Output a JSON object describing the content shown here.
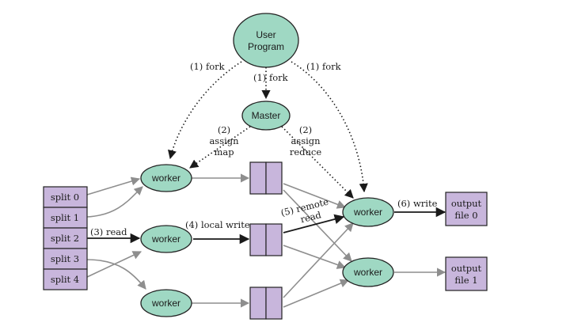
{
  "nodes": {
    "user_program": [
      "User",
      "Program"
    ],
    "master": "Master",
    "map_worker_1": "worker",
    "map_worker_2": "worker",
    "map_worker_3": "worker",
    "reduce_worker_1": "worker",
    "reduce_worker_2": "worker"
  },
  "splits": [
    "split 0",
    "split 1",
    "split 2",
    "split 3",
    "split 4"
  ],
  "outputs": [
    [
      "output",
      "file 0"
    ],
    [
      "output",
      "file 1"
    ]
  ],
  "edge_labels": {
    "fork_left": "(1) fork",
    "fork_center": "(1) fork",
    "fork_right": "(1) fork",
    "assign_map": [
      "(2)",
      "assign",
      "map"
    ],
    "assign_reduce": [
      "(2)",
      "assign",
      "reduce"
    ],
    "read": "(3) read",
    "local_write": "(4) local write",
    "remote_read": [
      "(5) remote",
      "read"
    ],
    "write": "(6) write"
  },
  "colors": {
    "node_fill": "#9fd8c3",
    "box_fill": "#c8b6dc",
    "gray_arrow": "#8e8e8e",
    "black_arrow": "#1a1a1a"
  }
}
